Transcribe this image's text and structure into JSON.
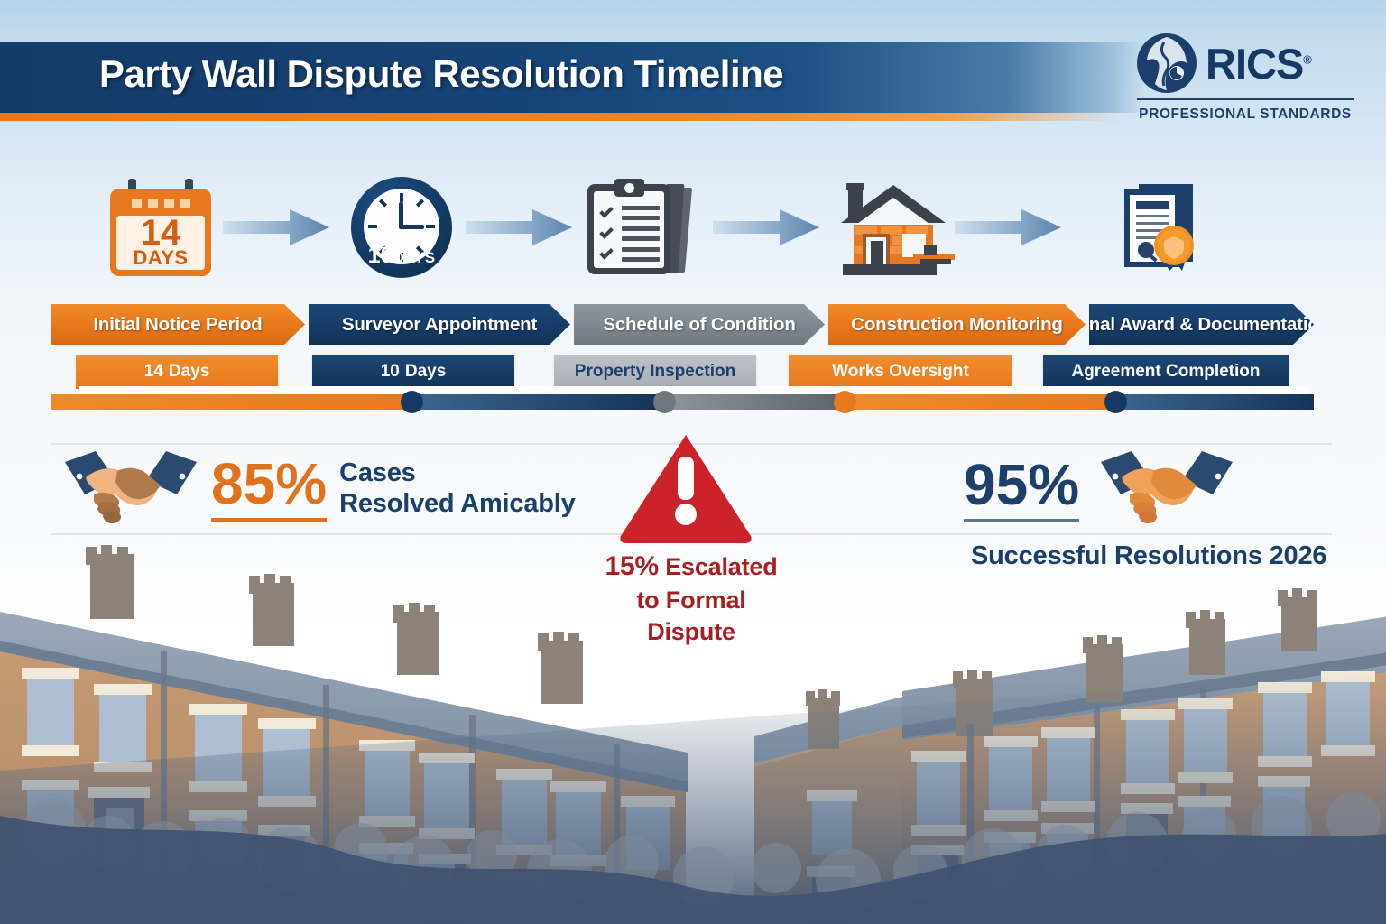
{
  "header": {
    "title": "Party Wall Dispute Resolution Timeline",
    "brand": "RICS",
    "brand_mark": "rics-globe-icon",
    "brand_tagline": "PROFESSIONAL STANDARDS",
    "trademark": "®"
  },
  "icons": [
    {
      "name": "calendar-icon",
      "value": "14",
      "unit": "DAYS"
    },
    {
      "name": "clock-icon",
      "value": "10",
      "unit": "DAYS"
    },
    {
      "name": "clipboard-checklist-icon"
    },
    {
      "name": "house-construction-icon"
    },
    {
      "name": "certificate-award-icon"
    }
  ],
  "arrows": {
    "name": "arrow-right-icon",
    "count": 4
  },
  "stages": [
    {
      "label": "Initial Notice Period",
      "color": "orange",
      "sub_value": "14",
      "sub_unit": "Days",
      "sub_text": ""
    },
    {
      "label": "Surveyor Appointment",
      "color": "navy",
      "sub_value": "10",
      "sub_unit": "Days",
      "sub_text": ""
    },
    {
      "label": "Schedule of Condition",
      "color": "gray",
      "sub_value": "",
      "sub_unit": "",
      "sub_text": "Property Inspection"
    },
    {
      "label": "Construction Monitoring",
      "color": "orange",
      "sub_value": "",
      "sub_unit": "",
      "sub_text": "Works Oversight"
    },
    {
      "label": "Final Award & Documentation",
      "color": "navy",
      "sub_value": "",
      "sub_unit": "",
      "sub_text": "Agreement Completion"
    }
  ],
  "stats": {
    "left": {
      "percent": "85%",
      "line1": "Cases",
      "line2": "Resolved Amicably",
      "icon": "handshake-icon",
      "color": "#e2711c"
    },
    "center": {
      "icon": "warning-triangle-icon",
      "percent": "15%",
      "line1": "Escalated",
      "line2": "to Formal Dispute",
      "color": "#a81f22"
    },
    "right": {
      "percent": "95%",
      "icon": "handshake-icon",
      "caption": "Successful Resolutions 2026",
      "color": "#1d3f6b"
    }
  },
  "scene": {
    "name": "terraced-houses-illustration"
  },
  "palette": {
    "orange": "#e8781d",
    "navy": "#163963",
    "gray": "#7e868f",
    "red": "#cc2229",
    "header_blue": "#143a68",
    "sky": "#b7d3ea"
  }
}
